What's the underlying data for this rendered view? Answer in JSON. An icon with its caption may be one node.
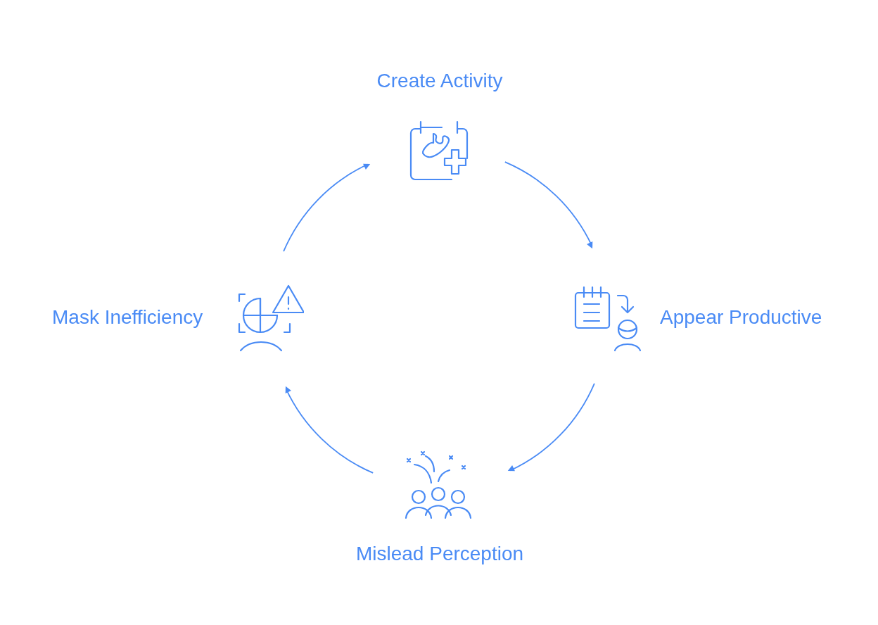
{
  "diagram": {
    "nodes": [
      {
        "text": [
          "Create Activity"
        ]
      },
      {
        "text": [
          "Appear Productive"
        ]
      },
      {
        "text": [
          "Mislead Perception"
        ]
      },
      {
        "text": [
          "Mask Inefficiency"
        ]
      }
    ],
    "edges": [
      {
        "from": 0,
        "to": 1,
        "arrow": "to"
      },
      {
        "from": 1,
        "to": 2,
        "arrow": "to"
      },
      {
        "from": 2,
        "to": 3,
        "arrow": "to"
      },
      {
        "from": 3,
        "to": 0,
        "arrow": "to"
      }
    ]
  }
}
